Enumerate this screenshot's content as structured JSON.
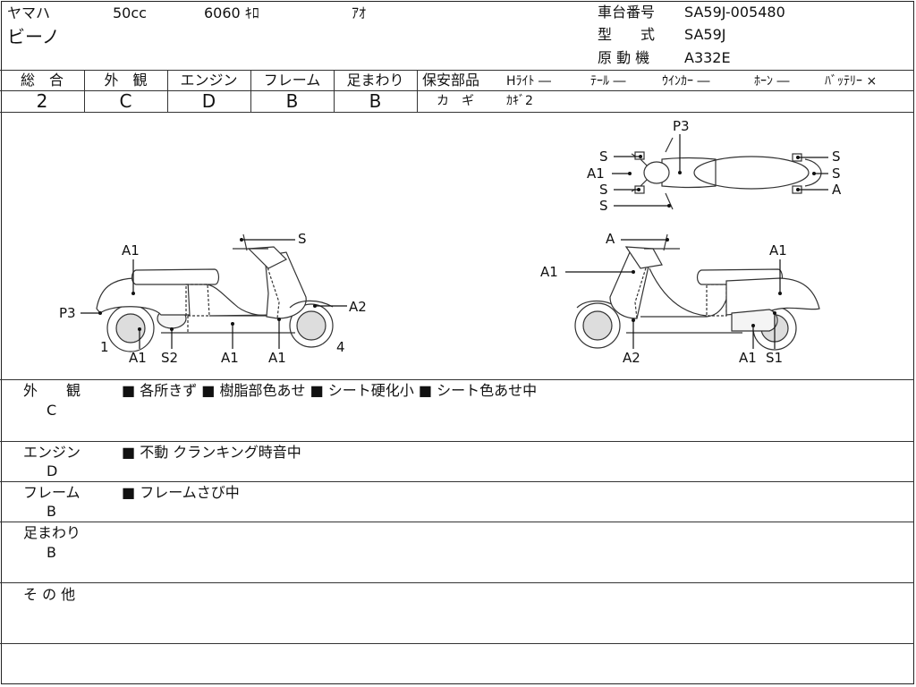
{
  "header": {
    "maker": "ヤマハ",
    "model_name": "ビーノ",
    "displacement": "50cc",
    "mileage": "6060 ｷﾛ",
    "color": "ｱｵ",
    "frame_no_label": "車台番号",
    "frame_no": "SA59J-005480",
    "type_label": "型　　式",
    "type": "SA59J",
    "engine_label": "原 動 機",
    "engine": "A332E"
  },
  "grades": {
    "overall_label": "総　合",
    "overall": "2",
    "exterior_label": "外　観",
    "exterior": "C",
    "engine_label": "エンジン",
    "engine": "D",
    "frame_label": "フレーム",
    "frame": "B",
    "suspension_label": "足まわり",
    "suspension": "B"
  },
  "safety_parts": {
    "label": "保安部品",
    "headlight": "Hﾗｲﾄ ―",
    "taillight": "ﾃｰﾙ ―",
    "winker": "ｳｲﾝｶｰ ―",
    "horn": "ﾎｰﾝ ―",
    "battery": "ﾊﾞｯﾃﾘｰ ×",
    "key_label": "カ　ギ",
    "key_value": "ｶｷﾞ2"
  },
  "diagram_labels": {
    "s": "S",
    "a": "A",
    "a1": "A1",
    "a2": "A2",
    "p3": "P3",
    "s1": "S1",
    "s2": "S2",
    "one": "1",
    "four": "4"
  },
  "notes": {
    "exterior_label": "外　　観",
    "exterior_grade": "C",
    "exterior_text": "■ 各所きず ■ 樹脂部色あせ ■ シート硬化小 ■ シート色あせ中",
    "engine_label": "エンジン",
    "engine_grade": "D",
    "engine_text": "■ 不動 クランキング時音中",
    "frame_label": "フレーム",
    "frame_grade": "B",
    "frame_text": "■ フレームさび中",
    "suspension_label": "足まわり",
    "suspension_grade": "B",
    "other_label": "そ の 他"
  }
}
